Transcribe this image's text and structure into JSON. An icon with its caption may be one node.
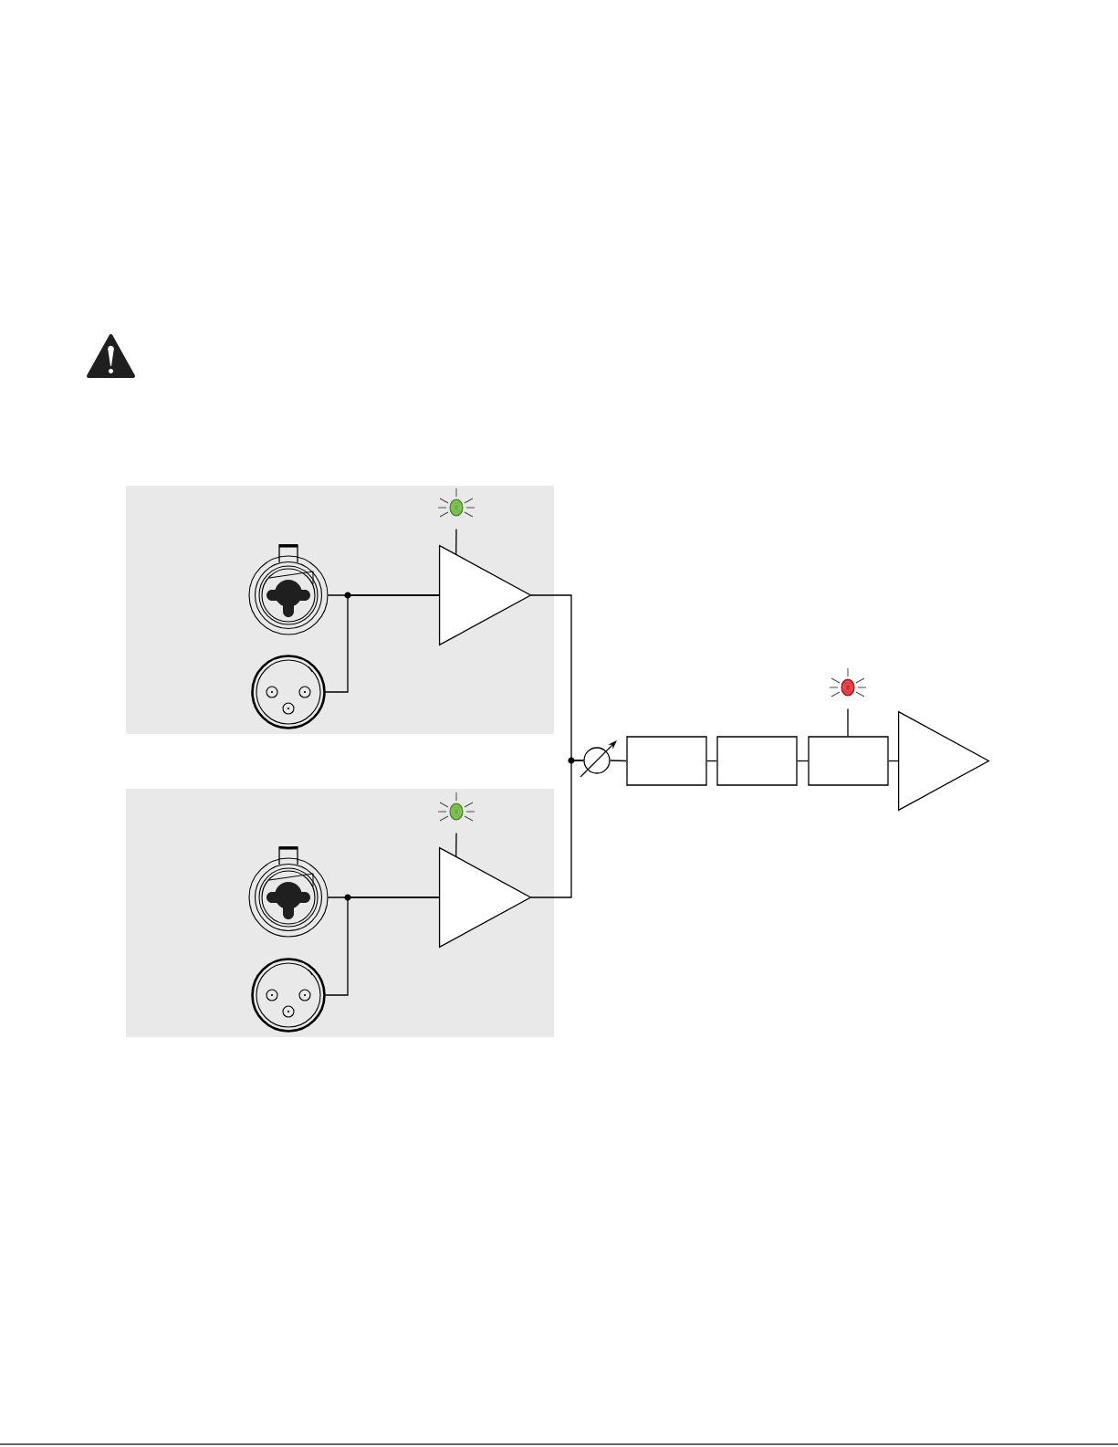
{
  "diagram": {
    "nodes": [
      {
        "text": [],
        "shape": "box"
      },
      {
        "text": [],
        "shape": "picture",
        "in": 0
      },
      {
        "text": [],
        "shape": "picture",
        "in": 0
      },
      {
        "text": [],
        "shape": "picture",
        "in": 0
      },
      {
        "text": [],
        "shape": "triangle",
        "in": 0
      },
      {
        "text": [],
        "shape": "box"
      },
      {
        "text": [],
        "shape": "picture",
        "in": 5
      },
      {
        "text": [],
        "shape": "picture",
        "in": 5
      },
      {
        "text": [],
        "shape": "picture",
        "in": 5
      },
      {
        "text": [],
        "shape": "triangle",
        "in": 5
      },
      {
        "text": [],
        "shape": "circle"
      },
      {
        "text": [],
        "shape": "box"
      },
      {
        "text": [],
        "shape": "box"
      },
      {
        "text": [],
        "shape": "box"
      },
      {
        "text": [],
        "shape": "picture"
      },
      {
        "text": [],
        "shape": "triangle"
      }
    ],
    "edges": [
      {
        "from": 1,
        "to": 4,
        "arrow": "none"
      },
      {
        "from": 2,
        "to": 4,
        "arrow": "none"
      },
      {
        "from": 3,
        "to": 4,
        "arrow": "none"
      },
      {
        "from": 6,
        "to": 9,
        "arrow": "none"
      },
      {
        "from": 7,
        "to": 9,
        "arrow": "none"
      },
      {
        "from": 8,
        "to": 9,
        "arrow": "none"
      },
      {
        "from": 4,
        "to": 10,
        "arrow": "none"
      },
      {
        "from": 9,
        "to": 10,
        "arrow": "none"
      },
      {
        "from": 10,
        "to": 11,
        "arrow": "none"
      },
      {
        "from": 11,
        "to": 12,
        "arrow": "none"
      },
      {
        "from": 12,
        "to": 13,
        "arrow": "none"
      },
      {
        "from": 14,
        "to": 13,
        "arrow": "none"
      },
      {
        "from": 13,
        "to": 15,
        "arrow": "none"
      }
    ]
  }
}
